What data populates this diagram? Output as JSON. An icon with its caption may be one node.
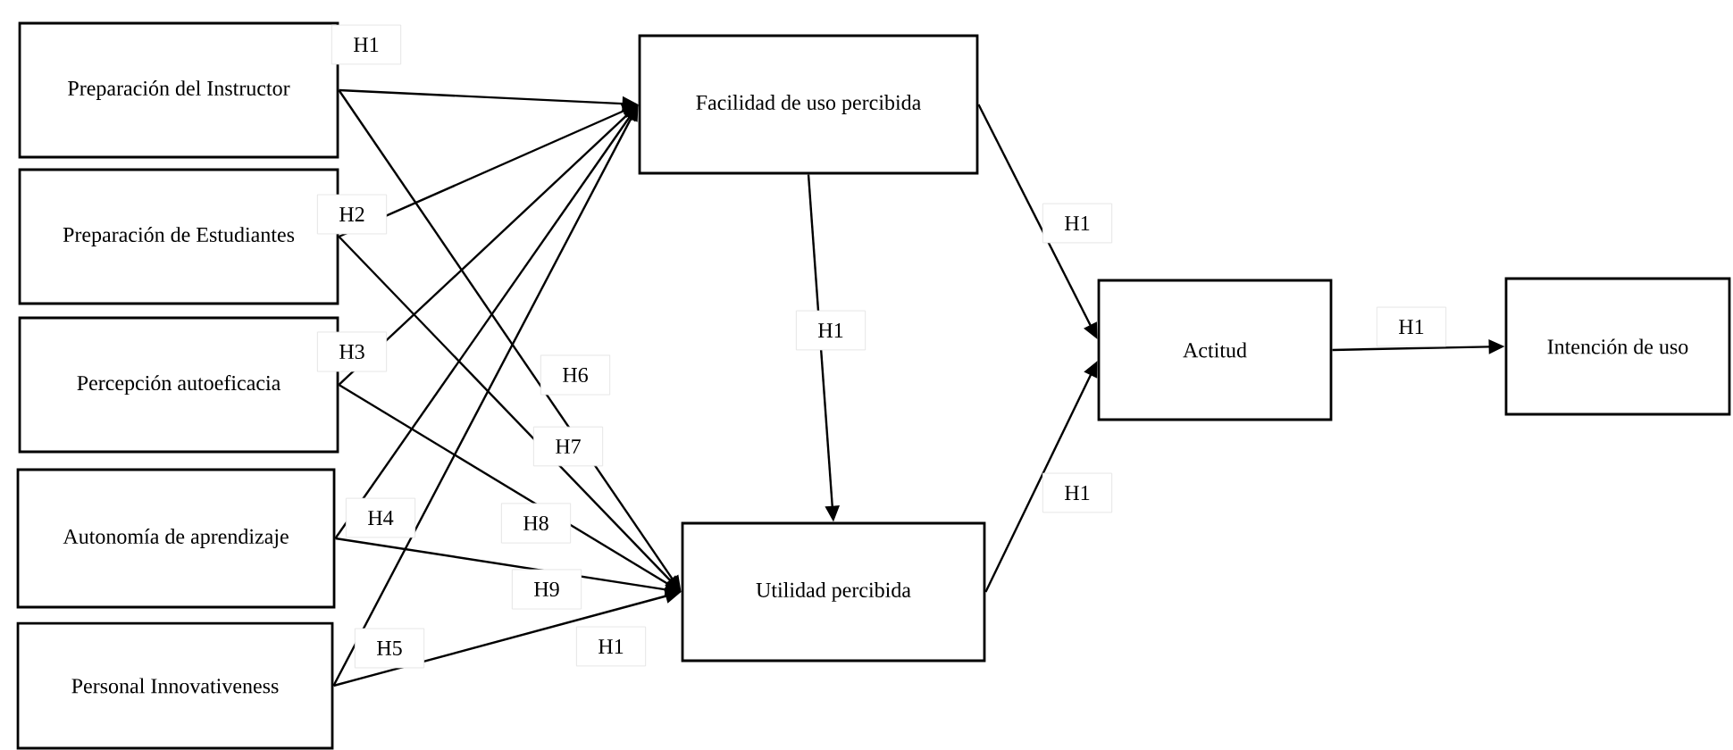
{
  "diagram": {
    "nodes": [
      {
        "text": [
          "Preparación del Instructor"
        ]
      },
      {
        "text": [
          "Preparación de Estudiantes"
        ]
      },
      {
        "text": [
          "Percepción autoeficacia"
        ]
      },
      {
        "text": [
          "Autonomía de aprendizaje"
        ]
      },
      {
        "text": [
          "Personal Innovativeness"
        ]
      },
      {
        "text": [
          "Facilidad de uso percibida"
        ]
      },
      {
        "text": [
          "Utilidad percibida"
        ]
      },
      {
        "text": [
          "Actitud"
        ]
      },
      {
        "text": [
          "Intención de uso"
        ]
      }
    ],
    "edges": [
      {
        "from": 0,
        "to": 5,
        "arrow": "to",
        "label": "H1"
      },
      {
        "from": 1,
        "to": 5,
        "arrow": "to",
        "label": "H2"
      },
      {
        "from": 2,
        "to": 5,
        "arrow": "to",
        "label": "H3"
      },
      {
        "from": 3,
        "to": 5,
        "arrow": "to",
        "label": "H4"
      },
      {
        "from": 4,
        "to": 5,
        "arrow": "to",
        "label": "H5"
      },
      {
        "from": 0,
        "to": 6,
        "arrow": "to",
        "label": "H6"
      },
      {
        "from": 1,
        "to": 6,
        "arrow": "to",
        "label": "H7"
      },
      {
        "from": 2,
        "to": 6,
        "arrow": "to",
        "label": "H8"
      },
      {
        "from": 3,
        "to": 6,
        "arrow": "to",
        "label": "H9"
      },
      {
        "from": 4,
        "to": 6,
        "arrow": "to",
        "label": "H1"
      },
      {
        "from": 5,
        "to": 6,
        "arrow": "to",
        "label": "H1"
      },
      {
        "from": 5,
        "to": 7,
        "arrow": "to",
        "label": "H1"
      },
      {
        "from": 6,
        "to": 7,
        "arrow": "to",
        "label": "H1"
      },
      {
        "from": 7,
        "to": 8,
        "arrow": "to",
        "label": "H1"
      }
    ]
  }
}
